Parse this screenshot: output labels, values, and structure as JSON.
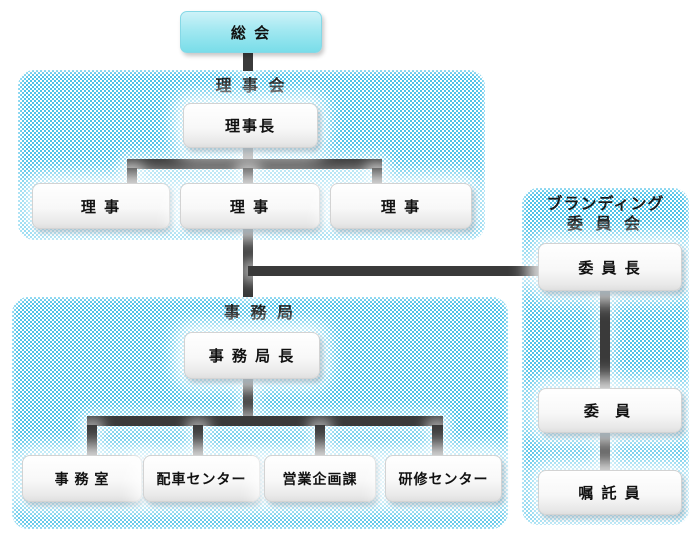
{
  "colors": {
    "checker_blue": "#4ec2e8",
    "connector_dark": "#3a3a3a",
    "node_cyan_top": "#cdf2f8",
    "node_cyan_bottom": "#79dde9",
    "node_white": "#ffffff",
    "text": "#111111"
  },
  "org": {
    "general_meeting": {
      "label": "総 会"
    },
    "board": {
      "title": "理 事 会",
      "chairman": "理事長",
      "directors": [
        "理 事",
        "理 事",
        "理 事"
      ]
    },
    "branding_committee": {
      "title_line1": "ブランディング",
      "title_line2": "委 員 会",
      "chairperson": "委 員 長",
      "member": "委 員",
      "contract_member": "嘱 託 員"
    },
    "secretariat": {
      "title": "事 務 局",
      "director_general": "事 務 局 長",
      "departments": [
        "事 務 室",
        "配車センター",
        "営業企画課",
        "研修センター"
      ]
    }
  }
}
